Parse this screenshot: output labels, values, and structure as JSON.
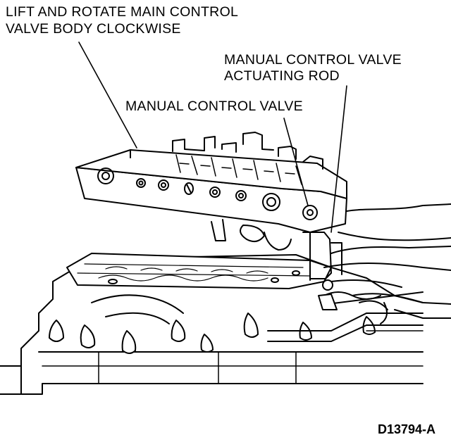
{
  "callouts": {
    "lift_rotate": {
      "line1": "LIFT AND ROTATE MAIN CONTROL",
      "line2": "VALVE BODY CLOCKWISE"
    },
    "actuating_rod": {
      "line1": "MANUAL CONTROL VALVE",
      "line2": "ACTUATING ROD"
    },
    "manual_valve": {
      "line1": "MANUAL CONTROL VALVE"
    }
  },
  "figure_id": "D13794-A",
  "colors": {
    "ink": "#000000",
    "paper": "#ffffff"
  }
}
